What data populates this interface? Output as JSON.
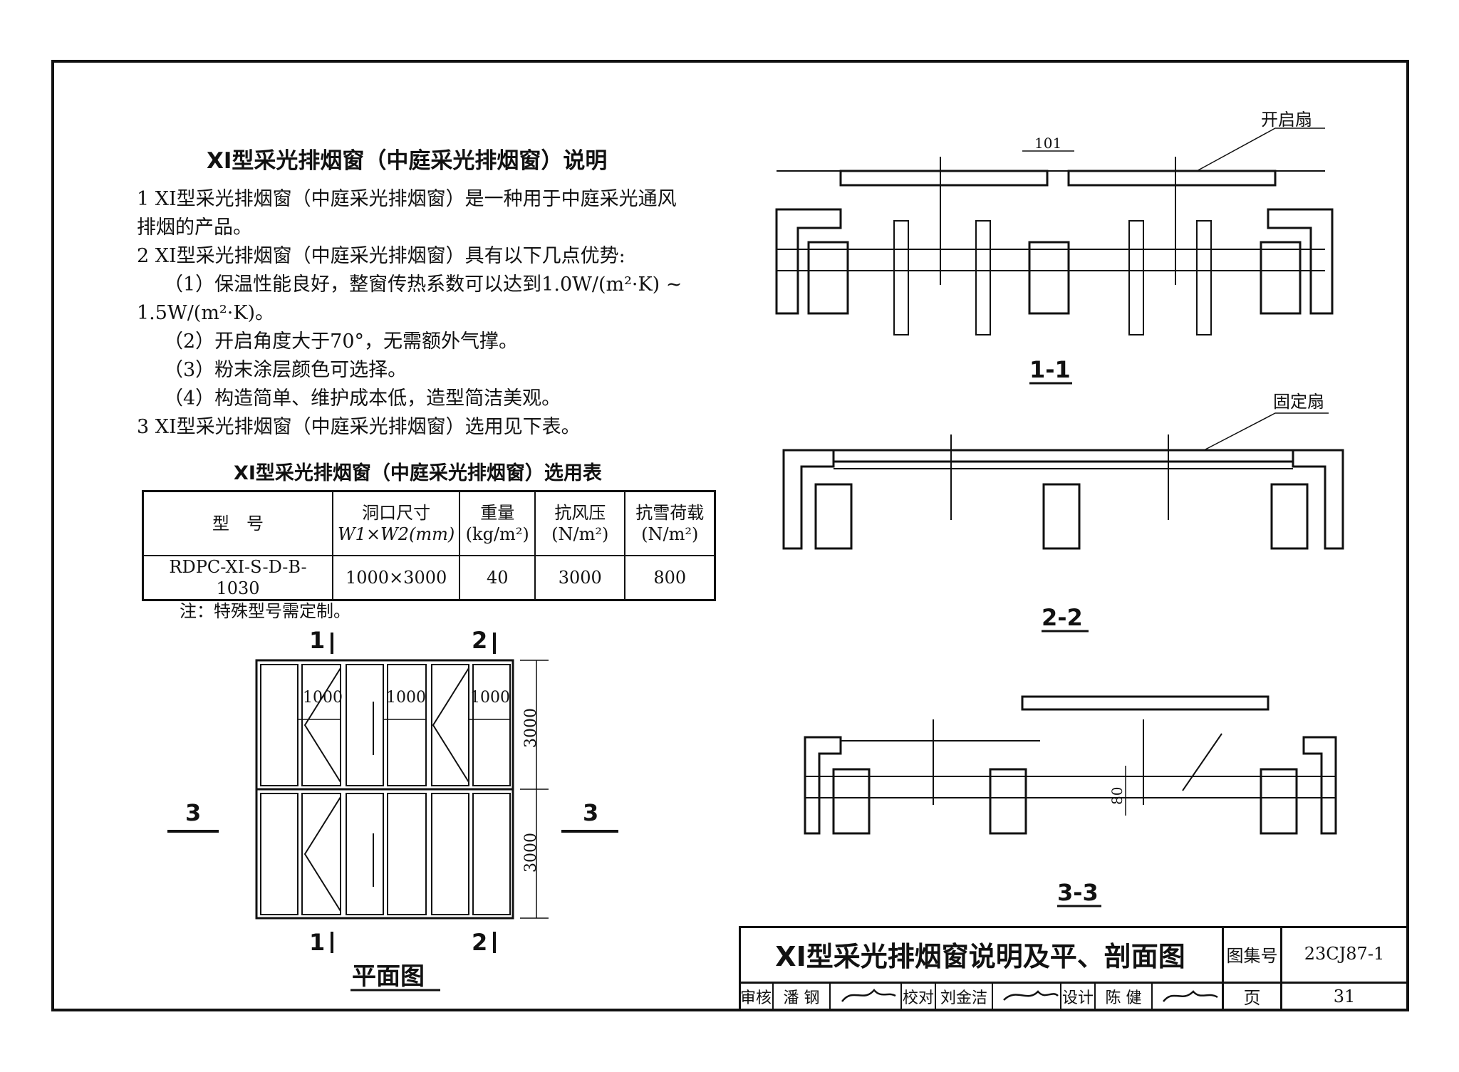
{
  "description": {
    "title": "XI型采光排烟窗（中庭采光排烟窗）说明",
    "lines": [
      "1 XI型采光排烟窗（中庭采光排烟窗）是一种用于中庭采光通风",
      "排烟的产品。",
      "2 XI型采光排烟窗（中庭采光排烟窗）具有以下几点优势:",
      "（1）保温性能良好，整窗传热系数可以达到1.0W/(m²·K) ~",
      "1.5W/(m²·K)。",
      "（2）开启角度大于70°，无需额外气撑。",
      "（3）粉末涂层颜色可选择。",
      "（4）构造简单、维护成本低，造型简洁美观。",
      "3 XI型采光排烟窗（中庭采光排烟窗）选用见下表。"
    ]
  },
  "selection_table": {
    "title": "XI型采光排烟窗（中庭采光排烟窗）选用表",
    "headers": [
      [
        "型　号",
        ""
      ],
      [
        "洞口尺寸",
        "W1×W2(mm)"
      ],
      [
        "重量",
        "(kg/m²)"
      ],
      [
        "抗风压",
        "(N/m²)"
      ],
      [
        "抗雪荷载",
        "(N/m²)"
      ]
    ],
    "rows": [
      [
        "RDPC-XI-S-D-B-1030",
        "1000×3000",
        "40",
        "3000",
        "800"
      ]
    ],
    "note": "注：特殊型号需定制。"
  },
  "plan": {
    "title": "平面图",
    "dims_w": [
      "1000",
      "1000",
      "1000"
    ],
    "dims_h": [
      "3000",
      "3000"
    ],
    "cut_labels": [
      "1",
      "2",
      "1",
      "2",
      "3",
      "3"
    ]
  },
  "sections": {
    "s11": {
      "label": "1-1",
      "callout": "开启扇",
      "dim": "101"
    },
    "s22": {
      "label": "2-2",
      "callout": "固定扇"
    },
    "s33": {
      "label": "3-3",
      "dim": "80"
    }
  },
  "title_block": {
    "drawing_title": "XI型采光排烟窗说明及平、剖面图",
    "atlas_label": "图集号",
    "atlas_no": "23CJ87-1",
    "review_label": "审核",
    "reviewer": "潘 钢",
    "check_label": "校对",
    "checker": "刘金洁",
    "design_label": "设计",
    "designer": "陈 健",
    "page_label": "页",
    "page_no": "31"
  }
}
